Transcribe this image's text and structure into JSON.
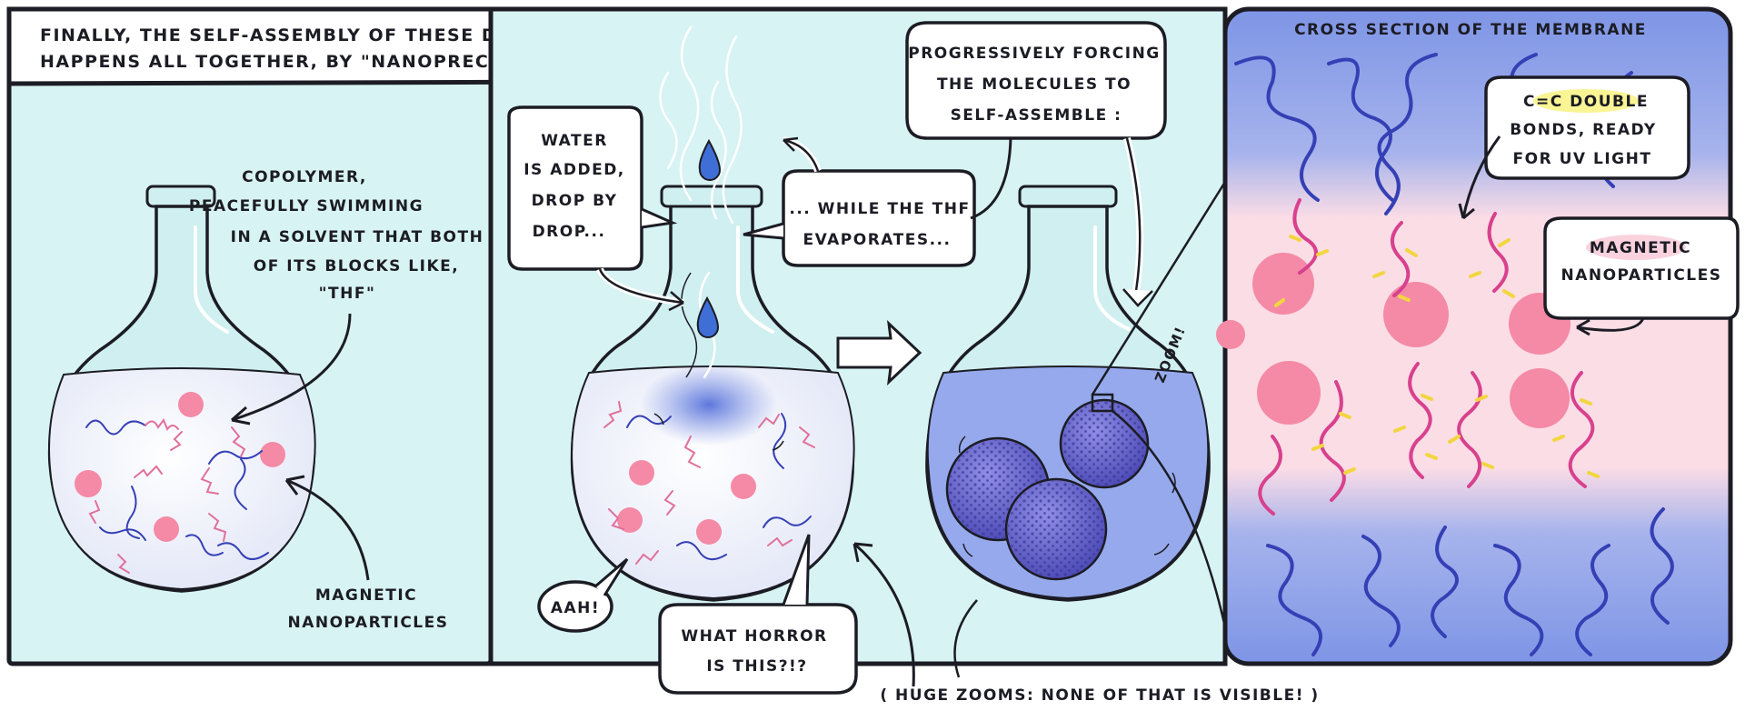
{
  "panel1": {
    "caption": [
      "FINALLY, THE SELF-ASSEMBLY OF THESE DIFFERENT PARTS",
      "HAPPENS ALL TOGETHER, BY \"NANOPRECIPITATION\""
    ],
    "copolymer_note": [
      "COPOLYMER,",
      "PEACEFULLY SWIMMING",
      "IN A SOLVENT THAT BOTH",
      "OF ITS BLOCKS LIKE,",
      "\"THF\""
    ],
    "magnetic_note": [
      "MAGNETIC",
      "NANOPARTICLES"
    ]
  },
  "panel2": {
    "water_bubble": [
      "WATER",
      "IS ADDED,",
      "DROP BY",
      "DROP..."
    ],
    "thf_bubble": [
      "... WHILE THE THF",
      "EVAPORATES..."
    ],
    "aah_bubble": "AAH!",
    "horror_bubble": [
      "WHAT HORROR",
      "IS THIS?!?"
    ]
  },
  "panel3": {
    "forcing_bubble": [
      "PROGRESSIVELY FORCING",
      "THE MOLECULES TO",
      "SELF-ASSEMBLE :"
    ],
    "zoom_label": "ZOOM!"
  },
  "panel4": {
    "title": "CROSS SECTION OF THE MEMBRANE",
    "double_bonds_bubble": [
      "C=C DOUBLE",
      "BONDS, READY",
      "FOR UV LIGHT"
    ],
    "nanoparticles_bubble": [
      "MAGNETIC",
      "NANOPARTICLES"
    ]
  },
  "footer_note": "( HUGE ZOOMS: NONE OF THAT IS VISIBLE! )",
  "colors": {
    "panel_bg": "#d7f3f3",
    "ink": "#1c1c24",
    "flask_glass": "#cfeff0",
    "liquid_light": "#eef1fb",
    "liquid_blue": "#95a9ec",
    "magenta": "#d8418d",
    "pink_particle": "#f48aa6",
    "blue_chain": "#3540b5",
    "yellow": "#f2d640",
    "membrane_blue": "#8fa4ea",
    "membrane_pink": "#fbdde6"
  }
}
